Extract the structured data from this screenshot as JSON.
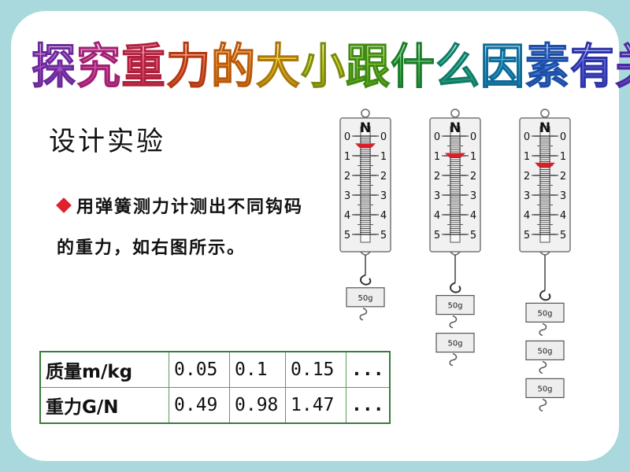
{
  "title": [
    "探",
    "究",
    "重",
    "力",
    "的",
    "大",
    "小",
    "跟",
    "什",
    "么",
    "因",
    "素",
    "有",
    "关"
  ],
  "title_colors": [
    [
      "#c35bd0",
      "#6a2a9a"
    ],
    [
      "#e06ab0",
      "#a11f73"
    ],
    [
      "#f06e8a",
      "#b0203e"
    ],
    [
      "#f47c50",
      "#b13a12"
    ],
    [
      "#f5a03c",
      "#b8580a"
    ],
    [
      "#f4c832",
      "#a8780a"
    ],
    [
      "#d8dc38",
      "#7c8a0c"
    ],
    [
      "#9fd63c",
      "#3f8a12"
    ],
    [
      "#5fc860",
      "#1c7a2e"
    ],
    [
      "#40c0a0",
      "#117a66"
    ],
    [
      "#3cb4d8",
      "#0f6a98"
    ],
    [
      "#4a90e0",
      "#1d4ea8"
    ],
    [
      "#6a7ae8",
      "#2d34a8"
    ],
    [
      "#8e6ae0",
      "#4a2aa0"
    ]
  ],
  "subtitle": "设计实验",
  "paragraph": "用弹簧测力计测出不同钩码的重力，如右图所示。",
  "table": {
    "rows": [
      {
        "label": "质量m/kg",
        "values": [
          "0.05",
          "0.1",
          "0.15",
          "..."
        ]
      },
      {
        "label": "重力G/N",
        "values": [
          "0.49",
          "0.98",
          "1.47",
          "..."
        ]
      }
    ]
  },
  "scales": {
    "unit": "N",
    "ticks": [
      "0",
      "1",
      "2",
      "3",
      "4",
      "5"
    ],
    "weight_label": "50g",
    "readings_N": [
      0.49,
      0.98,
      1.47
    ],
    "weights_count": [
      1,
      2,
      3
    ]
  }
}
